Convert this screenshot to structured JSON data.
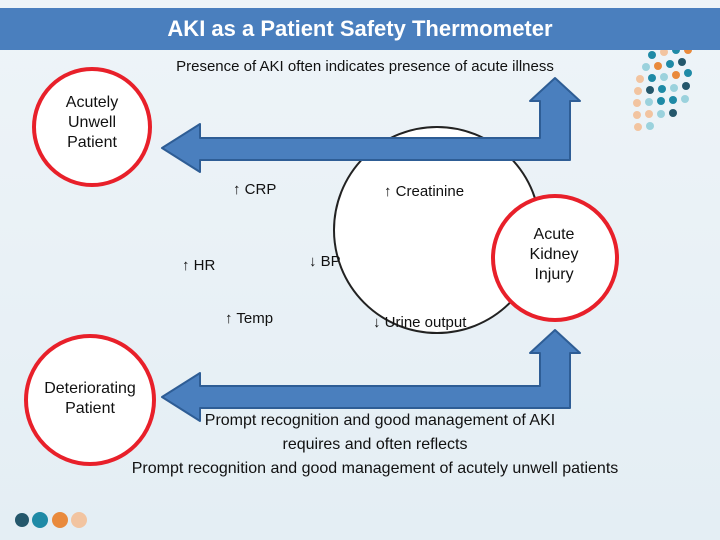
{
  "title": "AKI as a Patient Safety Thermometer",
  "subtitle": "Presence of AKI often indicates presence of acute illness",
  "top_circle_label": "Acutely Unwell Patient",
  "bottom_circle_label": "Deteriorating Patient",
  "aki_label": "Acute Kidney Injury",
  "markers": {
    "crp": "CRP",
    "creatinine": "Creatinine",
    "hr": "HR",
    "bp": "BP",
    "temp": "Temp",
    "urine": "Urine output"
  },
  "arrow_up": "↑",
  "arrow_down": "↓",
  "bottom_text": {
    "line1": "Prompt recognition and good management of AKI",
    "line2": "requires and often reflects",
    "line3": "Prompt recognition and good management of acutely unwell patients"
  },
  "colors": {
    "title_bar": "#4a7fbe",
    "circle_border": "#e8202a",
    "arrow_fill": "#4a7fbe",
    "arrow_outline": "#2e5d95"
  }
}
